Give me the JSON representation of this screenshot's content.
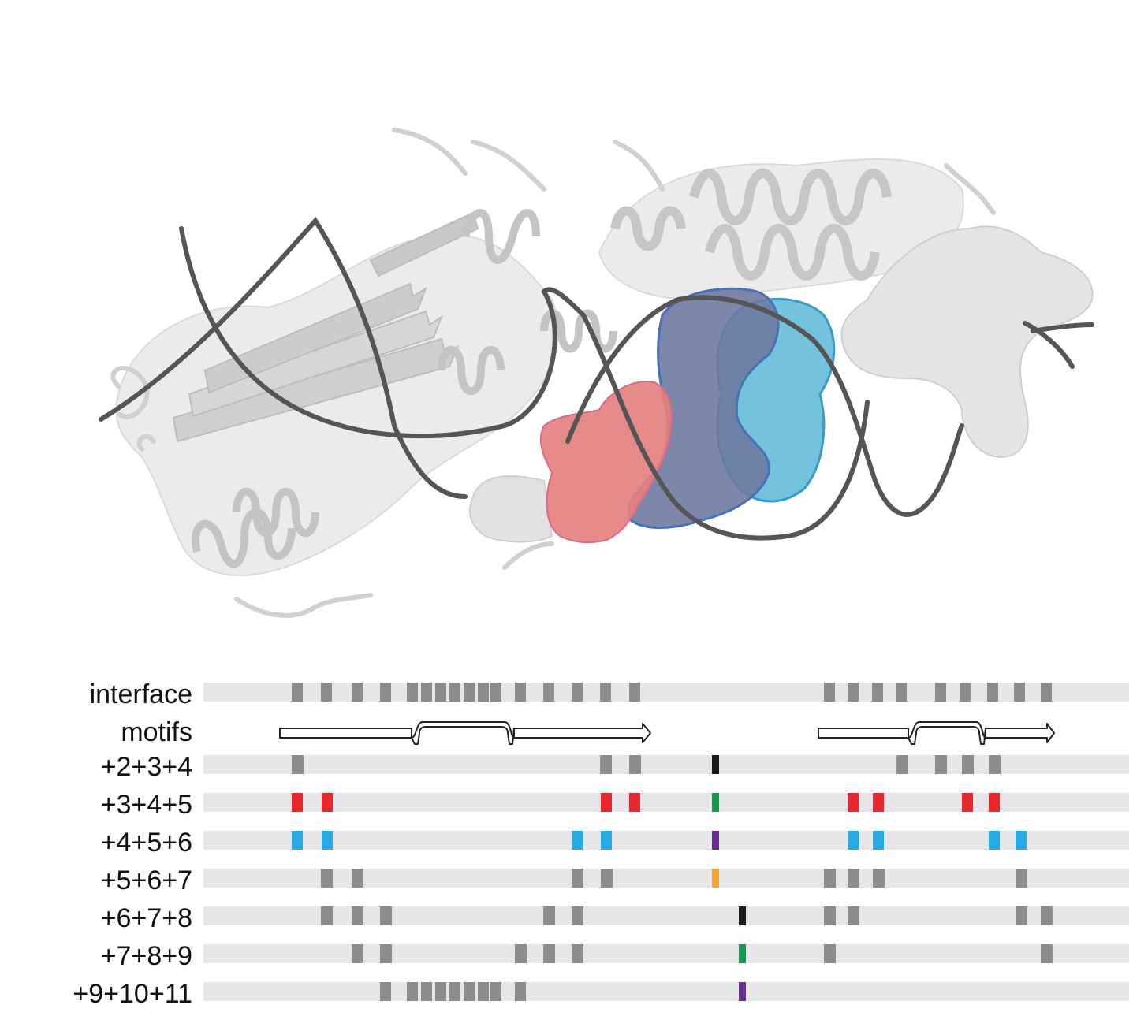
{
  "structure": {
    "regions": [
      {
        "name": "motif-red",
        "color": "#e48080"
      },
      {
        "name": "motif-purple",
        "color": "#6e7aa0"
      },
      {
        "name": "motif-cyan",
        "color": "#5ab8d8"
      }
    ],
    "dna_color": "#555555",
    "protein_color": "#dcdcdc"
  },
  "tracks": {
    "rows": [
      {
        "label": "interface",
        "marks": [
          {
            "at": 377,
            "color": "gray"
          },
          {
            "at": 414,
            "color": "gray"
          },
          {
            "at": 453,
            "color": "gray"
          },
          {
            "at": 489,
            "color": "gray"
          },
          {
            "at": 523,
            "color": "gray"
          },
          {
            "at": 541,
            "color": "gray"
          },
          {
            "at": 559,
            "color": "gray"
          },
          {
            "at": 577,
            "color": "gray"
          },
          {
            "at": 595,
            "color": "gray"
          },
          {
            "at": 613,
            "color": "gray"
          },
          {
            "at": 629,
            "color": "gray"
          },
          {
            "at": 660,
            "color": "gray"
          },
          {
            "at": 696,
            "color": "gray"
          },
          {
            "at": 732,
            "color": "gray"
          },
          {
            "at": 768,
            "color": "gray"
          },
          {
            "at": 805,
            "color": "gray"
          },
          {
            "at": 1052,
            "color": "gray"
          },
          {
            "at": 1082,
            "color": "gray"
          },
          {
            "at": 1113,
            "color": "gray"
          },
          {
            "at": 1143,
            "color": "gray"
          },
          {
            "at": 1193,
            "color": "gray"
          },
          {
            "at": 1224,
            "color": "gray"
          },
          {
            "at": 1259,
            "color": "gray"
          },
          {
            "at": 1293,
            "color": "gray"
          },
          {
            "at": 1327,
            "color": "gray"
          }
        ]
      },
      {
        "label": "motifs",
        "marks": []
      },
      {
        "label": "+2+3+4",
        "marks": [
          {
            "at": 377,
            "color": "gray"
          },
          {
            "at": 768,
            "color": "gray"
          },
          {
            "at": 805,
            "color": "gray"
          },
          {
            "at": 907,
            "color": "black"
          },
          {
            "at": 1144,
            "color": "gray"
          },
          {
            "at": 1193,
            "color": "gray"
          },
          {
            "at": 1227,
            "color": "gray"
          },
          {
            "at": 1261,
            "color": "gray"
          }
        ]
      },
      {
        "label": "+3+4+5",
        "marks": [
          {
            "at": 377,
            "color": "red"
          },
          {
            "at": 415,
            "color": "red"
          },
          {
            "at": 769,
            "color": "red"
          },
          {
            "at": 805,
            "color": "red"
          },
          {
            "at": 907,
            "color": "green"
          },
          {
            "at": 1082,
            "color": "red"
          },
          {
            "at": 1114,
            "color": "red"
          },
          {
            "at": 1227,
            "color": "red"
          },
          {
            "at": 1261,
            "color": "red"
          }
        ]
      },
      {
        "label": "+4+5+6",
        "marks": [
          {
            "at": 377,
            "color": "blue"
          },
          {
            "at": 415,
            "color": "blue"
          },
          {
            "at": 732,
            "color": "blue"
          },
          {
            "at": 769,
            "color": "blue"
          },
          {
            "at": 907,
            "color": "purple"
          },
          {
            "at": 1082,
            "color": "blue"
          },
          {
            "at": 1114,
            "color": "blue"
          },
          {
            "at": 1261,
            "color": "blue"
          },
          {
            "at": 1295,
            "color": "blue"
          }
        ]
      },
      {
        "label": "+5+6+7",
        "marks": [
          {
            "at": 414,
            "color": "gray"
          },
          {
            "at": 453,
            "color": "gray"
          },
          {
            "at": 732,
            "color": "gray"
          },
          {
            "at": 769,
            "color": "gray"
          },
          {
            "at": 907,
            "color": "orange"
          },
          {
            "at": 1052,
            "color": "gray"
          },
          {
            "at": 1082,
            "color": "gray"
          },
          {
            "at": 1114,
            "color": "gray"
          },
          {
            "at": 1295,
            "color": "gray"
          }
        ]
      },
      {
        "label": "+6+7+8",
        "marks": [
          {
            "at": 414,
            "color": "gray"
          },
          {
            "at": 453,
            "color": "gray"
          },
          {
            "at": 489,
            "color": "gray"
          },
          {
            "at": 696,
            "color": "gray"
          },
          {
            "at": 732,
            "color": "gray"
          },
          {
            "at": 941,
            "color": "black"
          },
          {
            "at": 1052,
            "color": "gray"
          },
          {
            "at": 1082,
            "color": "gray"
          },
          {
            "at": 1295,
            "color": "gray"
          },
          {
            "at": 1327,
            "color": "gray"
          }
        ]
      },
      {
        "label": "+7+8+9",
        "marks": [
          {
            "at": 453,
            "color": "gray"
          },
          {
            "at": 489,
            "color": "gray"
          },
          {
            "at": 660,
            "color": "gray"
          },
          {
            "at": 696,
            "color": "gray"
          },
          {
            "at": 732,
            "color": "gray"
          },
          {
            "at": 941,
            "color": "green"
          },
          {
            "at": 1052,
            "color": "gray"
          },
          {
            "at": 1327,
            "color": "gray"
          }
        ]
      },
      {
        "label": "+9+10+11",
        "marks": [
          {
            "at": 489,
            "color": "gray"
          },
          {
            "at": 523,
            "color": "gray"
          },
          {
            "at": 541,
            "color": "gray"
          },
          {
            "at": 559,
            "color": "gray"
          },
          {
            "at": 577,
            "color": "gray"
          },
          {
            "at": 595,
            "color": "gray"
          },
          {
            "at": 613,
            "color": "gray"
          },
          {
            "at": 629,
            "color": "gray"
          },
          {
            "at": 660,
            "color": "gray"
          },
          {
            "at": 941,
            "color": "purple"
          }
        ]
      }
    ],
    "palette": {
      "gray": "#8c8c8c",
      "red": "#e8262d",
      "blue": "#27a9e1",
      "black": "#1a1a1a",
      "green": "#0f9b4a",
      "purple": "#6a2c91",
      "orange": "#f7a531"
    }
  }
}
